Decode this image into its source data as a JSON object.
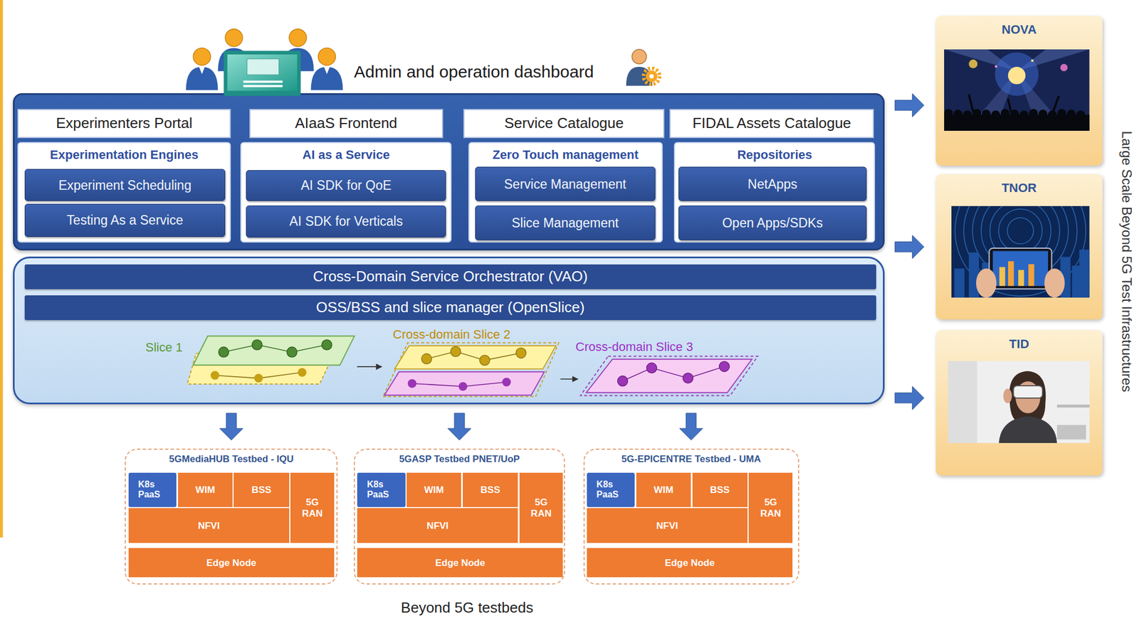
{
  "diagram": {
    "caption": "Beyond 5G testbeds",
    "nodes": [
      {
        "text": [
          "Admin and operation dashboard"
        ]
      },
      {
        "text": [
          "Experimenters Portal"
        ],
        "in": 0
      },
      {
        "text": [
          "Experimentation Engines"
        ],
        "in": 0
      },
      {
        "text": [
          "Experiment Scheduling"
        ],
        "in": 2
      },
      {
        "text": [
          "Testing As a Service"
        ],
        "in": 2
      },
      {
        "text": [
          "AIaaS Frontend"
        ],
        "in": 0
      },
      {
        "text": [
          "AI as a Service"
        ],
        "in": 0
      },
      {
        "text": [
          "AI SDK for QoE"
        ],
        "in": 6
      },
      {
        "text": [
          "AI SDK for Verticals"
        ],
        "in": 6
      },
      {
        "text": [
          "Service Catalogue"
        ],
        "in": 0
      },
      {
        "text": [
          "Zero Touch management"
        ],
        "in": 0
      },
      {
        "text": [
          "Service Management"
        ],
        "in": 10
      },
      {
        "text": [
          "Slice Management"
        ],
        "in": 10
      },
      {
        "text": [
          "FIDAL Assets Catalogue"
        ],
        "in": 0
      },
      {
        "text": [
          "Repositories"
        ],
        "in": 0
      },
      {
        "text": [
          "NetApps"
        ],
        "in": 14
      },
      {
        "text": [
          "Open Apps/SDKs"
        ],
        "in": 14
      },
      {
        "text": []
      },
      {
        "text": [
          "Cross-Domain Service Orchestrator (VAO)"
        ],
        "in": 17
      },
      {
        "text": [
          "OSS/BSS and slice manager (OpenSlice)"
        ],
        "in": 17
      },
      {
        "text": [
          "Slice 1"
        ],
        "in": 17
      },
      {
        "text": [
          "Cross-domain Slice 2"
        ],
        "in": 17
      },
      {
        "text": [
          "Cross-domain Slice 3"
        ],
        "in": 17
      },
      {
        "text": [
          "5GMediaHUB Testbed - IQU"
        ]
      },
      {
        "text": [
          "K8s PaaS"
        ],
        "in": 23
      },
      {
        "text": [
          "WIM"
        ],
        "in": 23
      },
      {
        "text": [
          "BSS"
        ],
        "in": 23
      },
      {
        "text": [
          "5G RAN"
        ],
        "in": 23
      },
      {
        "text": [
          "NFVI"
        ],
        "in": 23
      },
      {
        "text": [
          "Edge Node"
        ],
        "in": 23
      },
      {
        "text": [
          "5GASP Testbed PNET/UoP"
        ]
      },
      {
        "text": [
          "K8s PaaS"
        ],
        "in": 30
      },
      {
        "text": [
          "WIM"
        ],
        "in": 30
      },
      {
        "text": [
          "BSS"
        ],
        "in": 30
      },
      {
        "text": [
          "5G RAN"
        ],
        "in": 30
      },
      {
        "text": [
          "NFVI"
        ],
        "in": 30
      },
      {
        "text": [
          "Edge Node"
        ],
        "in": 30
      },
      {
        "text": [
          "5G-EPICENTRE Testbed - UMA"
        ]
      },
      {
        "text": [
          "K8s PaaS"
        ],
        "in": 37
      },
      {
        "text": [
          "WIM"
        ],
        "in": 37
      },
      {
        "text": [
          "BSS"
        ],
        "in": 37
      },
      {
        "text": [
          "5G RAN"
        ],
        "in": 37
      },
      {
        "text": [
          "NFVI"
        ],
        "in": 37
      },
      {
        "text": [
          "Edge Node"
        ],
        "in": 37
      },
      {
        "text": [
          "NOVA"
        ]
      },
      {
        "text": [
          "TNOR"
        ]
      },
      {
        "text": [
          "TID"
        ]
      }
    ],
    "edges": [
      {
        "from": 17,
        "to": 23,
        "arrow": "to"
      },
      {
        "from": 17,
        "to": 30,
        "arrow": "to"
      },
      {
        "from": 17,
        "to": 37,
        "arrow": "to"
      },
      {
        "from": 0,
        "to": 44,
        "arrow": "to"
      },
      {
        "from": 0,
        "to": 45,
        "arrow": "to"
      },
      {
        "from": 17,
        "to": 46,
        "arrow": "to"
      },
      {
        "from": 20,
        "to": 21,
        "arrow": "to"
      },
      {
        "from": 21,
        "to": 22,
        "arrow": "to"
      }
    ],
    "labels": [
      "Large Scale Beyond 5G Test Infrastructures"
    ]
  }
}
